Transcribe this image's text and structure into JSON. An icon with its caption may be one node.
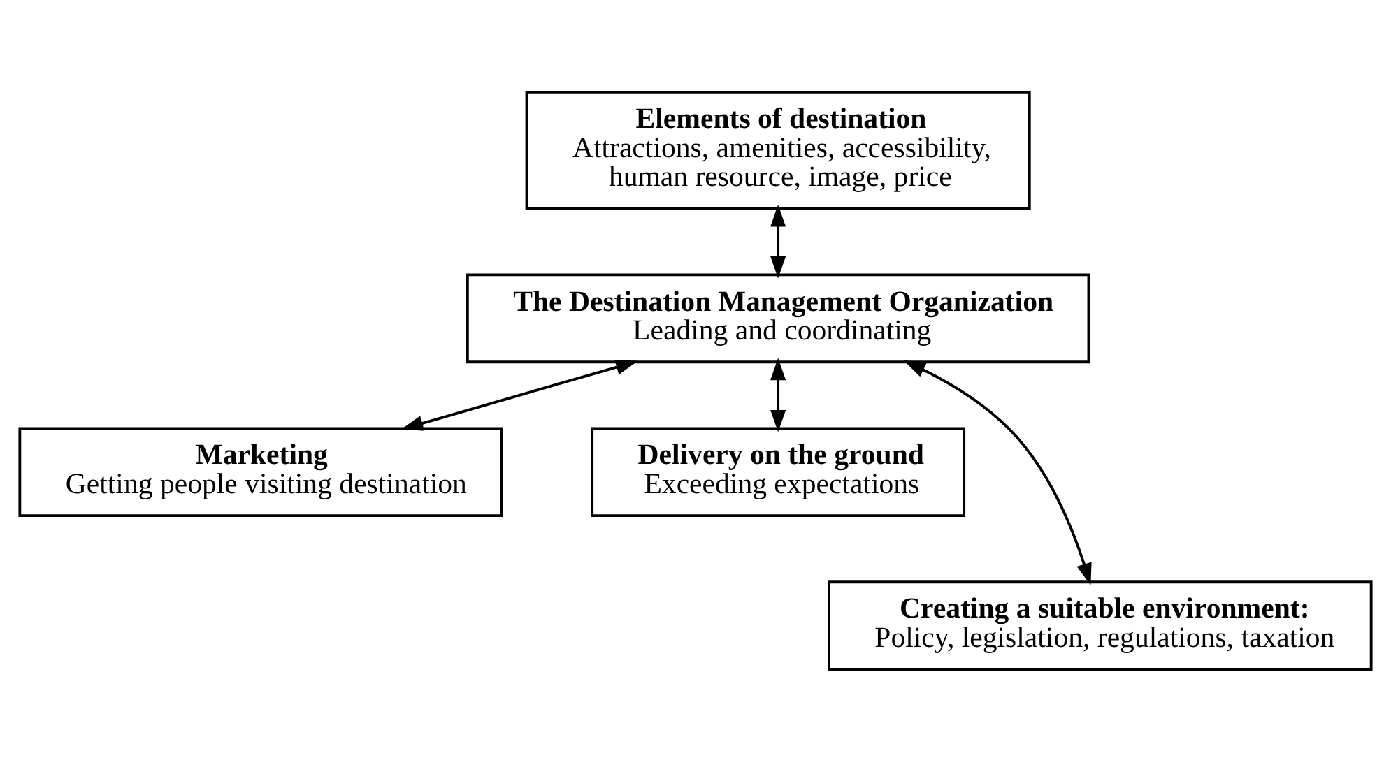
{
  "diagram": {
    "nodes": [
      {
        "text": [
          "Elements of destination",
          "Attractions, amenities, accessibility, human resource, image, price"
        ]
      },
      {
        "text": [
          "The Destination Management Organization",
          "Leading and coordinating"
        ]
      },
      {
        "text": [
          "Marketing",
          "Getting people visiting destination"
        ]
      },
      {
        "text": [
          "Delivery on the ground",
          "Exceeding expectations"
        ]
      },
      {
        "text": [
          "Creating a suitable environment:",
          "Policy, legislation, regulations, taxation"
        ]
      }
    ],
    "edges": [
      {
        "from": 0,
        "to": 1,
        "arrow": "both"
      },
      {
        "from": 1,
        "to": 2,
        "arrow": "both"
      },
      {
        "from": 1,
        "to": 4,
        "arrow": "both"
      },
      {
        "from": 1,
        "to": 3,
        "arrow": "both"
      }
    ]
  }
}
